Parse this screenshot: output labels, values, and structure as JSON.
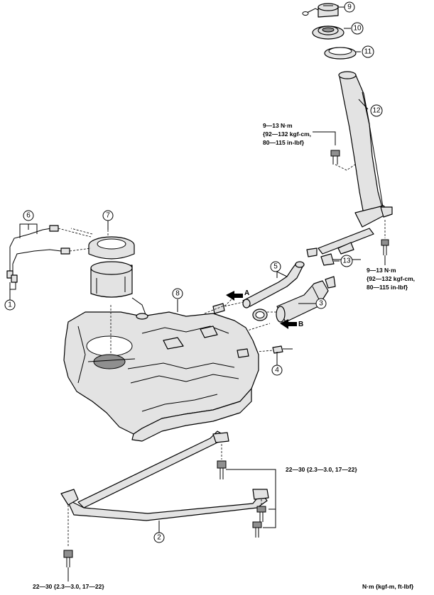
{
  "callouts": {
    "c1": "1",
    "c2": "2",
    "c3": "3",
    "c4": "4",
    "c5": "5",
    "c6": "6",
    "c7": "7",
    "c8": "8",
    "c9": "9",
    "c10": "10",
    "c11": "11",
    "c12": "12",
    "c13": "13"
  },
  "torque_top": {
    "line1": "9—13 N·m",
    "line2": "{92—132 kgf-cm,",
    "line3": "80—115 in-lbf}"
  },
  "torque_right": {
    "line1": "9—13 N·m",
    "line2": "{92—132 kgf-cm,",
    "line3": "80—115 in-lbf}"
  },
  "torque_strap": "22—30 {2.3—3.0, 17—22}",
  "torque_bottom": "22—30 {2.3—3.0, 17—22}",
  "flow_a": "A",
  "flow_b": "B",
  "units_note": "N·m {kgf-m, ft-lbf}"
}
